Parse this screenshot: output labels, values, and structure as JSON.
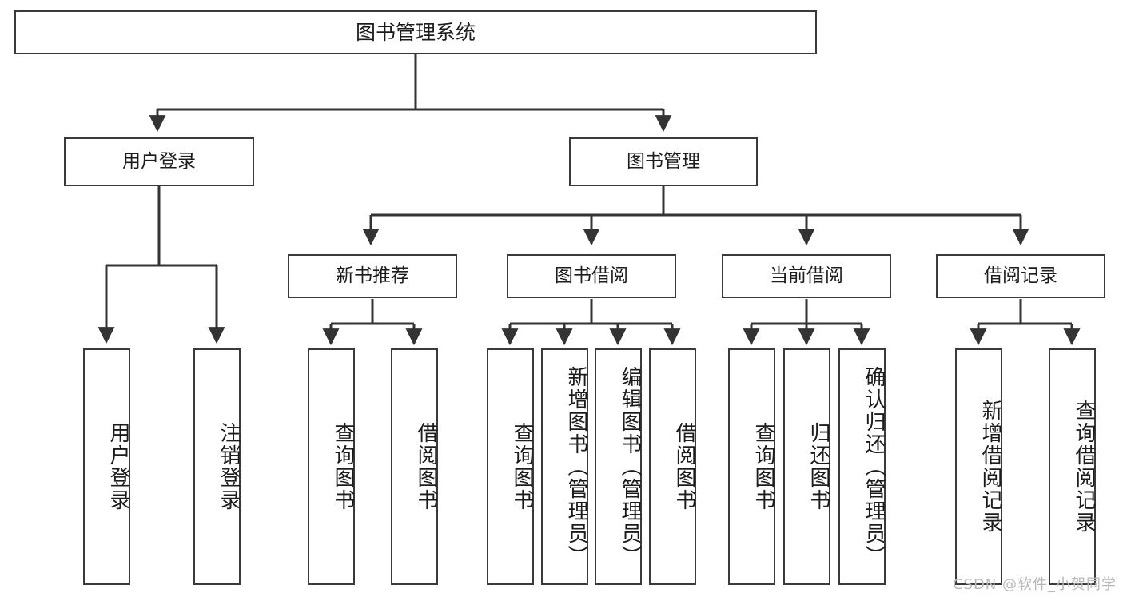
{
  "diagram": {
    "title": "图书管理系统",
    "type": "tree-hierarchy-diagram",
    "colors": {
      "box_border": "#3a3a3a",
      "box_fill": "#ffffff",
      "text": "#1c1c1c",
      "connector": "#333333",
      "watermark": "#b8b8b8",
      "background": "#ffffff"
    },
    "root": {
      "label": "图书管理系统"
    },
    "level2": [
      {
        "label": "用户登录"
      },
      {
        "label": "图书管理"
      }
    ],
    "level3": [
      {
        "label": "新书推荐"
      },
      {
        "label": "图书借阅"
      },
      {
        "label": "当前借阅"
      },
      {
        "label": "借阅记录"
      }
    ],
    "leaves": {
      "user_login": [
        {
          "label": "用户登录"
        },
        {
          "label": "注销登录"
        }
      ],
      "new_book_recommend": [
        {
          "label": "查询图书"
        },
        {
          "label": "借阅图书"
        }
      ],
      "book_borrow": [
        {
          "label": "查询图书"
        },
        {
          "label": "新增图书（管理员）"
        },
        {
          "label": "编辑图书（管理员）"
        },
        {
          "label": "借阅图书"
        }
      ],
      "current_borrow": [
        {
          "label": "查询图书"
        },
        {
          "label": "归还图书"
        },
        {
          "label": "确认归还（管理员）"
        }
      ],
      "borrow_record": [
        {
          "label": "新增借阅记录"
        },
        {
          "label": "查询借阅记录"
        }
      ]
    },
    "watermark": "CSDN @软件_小贺同学"
  }
}
